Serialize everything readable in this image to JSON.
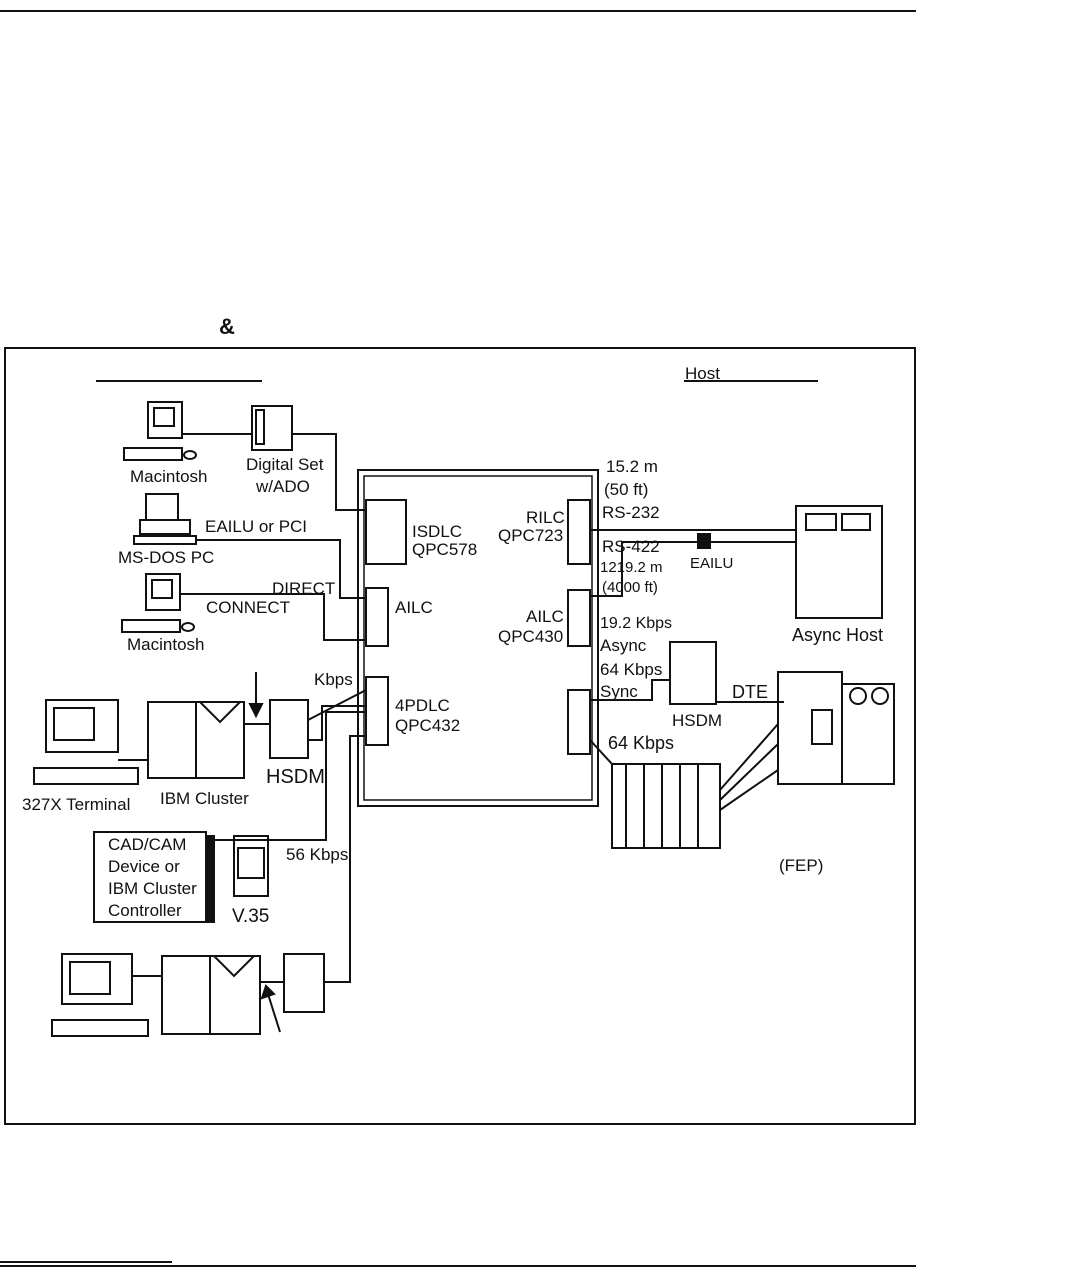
{
  "header": {
    "ampersand": "&"
  },
  "legend": {
    "host_label": "Host"
  },
  "switch": {
    "isdlc": "ISDLC",
    "isdlc_code": "QPC578",
    "ailc_left": "AILC",
    "pdlc": "4PDLC",
    "pdlc_code": "QPC432",
    "rilc": "RILC",
    "rilc_code": "QPC723",
    "ailc_right": "AILC",
    "ailc_right_code": "QPC430"
  },
  "devices": {
    "mac_top": "Macintosh",
    "digital_set": "Digital Set",
    "digital_set_ado": "w/ADO",
    "ms_dos": "MS-DOS PC",
    "ailu_pci": "EAILU or PCI",
    "direct": "DIRECT",
    "connect": "CONNECT",
    "mac_bottom": "Macintosh",
    "kbps_left": "Kbps",
    "terminal": "327X Terminal",
    "ibm_cluster": "IBM Cluster",
    "hsdm_left": "HSDM",
    "cad_line1": "CAD/CAM",
    "cad_line2": "Device or",
    "cad_line3": "IBM Cluster",
    "cad_line4": "Controller",
    "kbps56": "56 Kbps",
    "v35": "V.35",
    "distance_m": "15.2 m",
    "distance_ft": "(50 ft)",
    "rs232": "RS-232",
    "rs422": "RS-422",
    "ailu_right": "EAILU",
    "distance2_m": "1219.2 m",
    "distance2_ft": "(4000 ft)",
    "async_rate": "19.2 Kbps",
    "async": "Async",
    "sync_rate": "64 Kbps",
    "sync": "Sync",
    "dte": "DTE",
    "hsdm_right": "HSDM",
    "kbps64": "64 Kbps",
    "async_host": "Async Host",
    "fep": "(FEP)"
  },
  "colors": {
    "line": "#111111",
    "paper": "#ffffff"
  }
}
